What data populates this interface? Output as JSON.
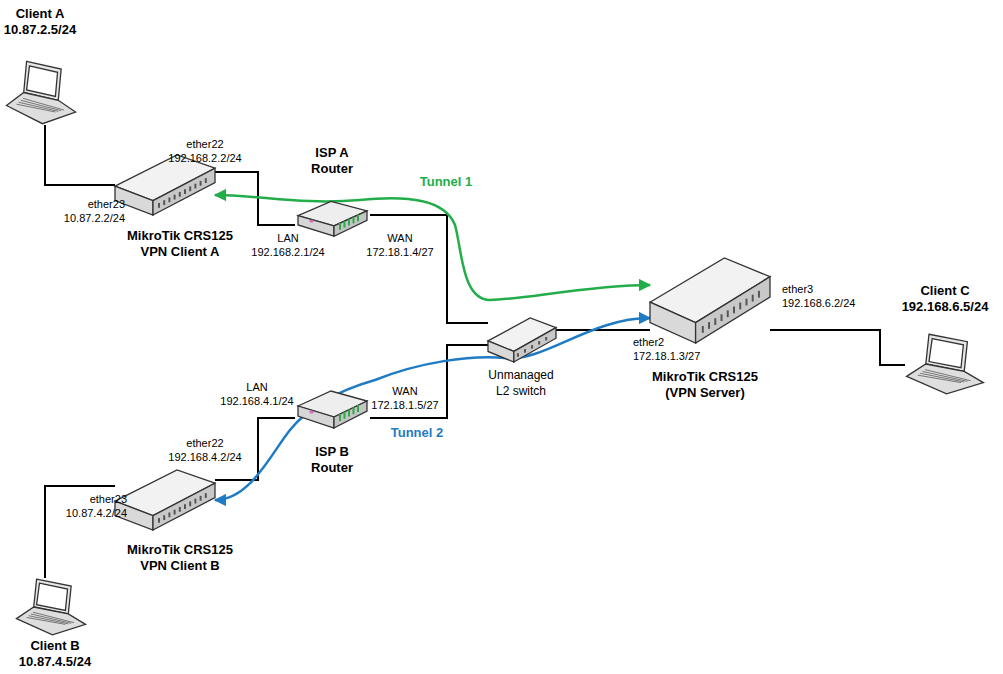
{
  "diagram": {
    "nodes": [
      {
        "text": [
          "Client A",
          "10.87.2.5/24"
        ]
      },
      {
        "text": [
          "MikroTik CRS125",
          "VPN Client A"
        ]
      },
      {
        "text": [
          "ISP A",
          "Router"
        ]
      },
      {
        "text": [
          "Unmanaged",
          "L2 switch"
        ]
      },
      {
        "text": [
          "MikroTik CRS125",
          "(VPN Server)"
        ]
      },
      {
        "text": [
          "Client C",
          "192.168.6.5/24"
        ]
      },
      {
        "text": [
          "ISP B",
          "Router"
        ]
      },
      {
        "text": [
          "MikroTik CRS125",
          "VPN Client B"
        ]
      },
      {
        "text": [
          "Client B",
          "10.87.4.5/24"
        ]
      }
    ],
    "edges": [
      {
        "from": 0,
        "to": 1,
        "arrow": "none"
      },
      {
        "from": 1,
        "to": 2,
        "arrow": "none"
      },
      {
        "from": 2,
        "to": 3,
        "arrow": "none"
      },
      {
        "from": 3,
        "to": 4,
        "arrow": "none"
      },
      {
        "from": 4,
        "to": 5,
        "arrow": "none"
      },
      {
        "from": 3,
        "to": 6,
        "arrow": "none"
      },
      {
        "from": 6,
        "to": 7,
        "arrow": "none"
      },
      {
        "from": 7,
        "to": 8,
        "arrow": "none"
      },
      {
        "from": 4,
        "to": 1,
        "label": "Tunnel 1",
        "arrow": "both"
      },
      {
        "from": 4,
        "to": 7,
        "label": "Tunnel 2",
        "arrow": "both"
      }
    ],
    "labels": [
      "ether22 192.168.2.2/24",
      "ether23 10.87.2.2/24",
      "LAN 192.168.2.1/24",
      "WAN 172.18.1.4/27",
      "ether3 192.168.6.2/24",
      "ether2 172.18.1.3/27",
      "LAN 192.168.4.1/24",
      "WAN 172.18.1.5/27",
      "ether22 192.168.4.2/24",
      "ether23 10.87.4.2/24"
    ]
  }
}
